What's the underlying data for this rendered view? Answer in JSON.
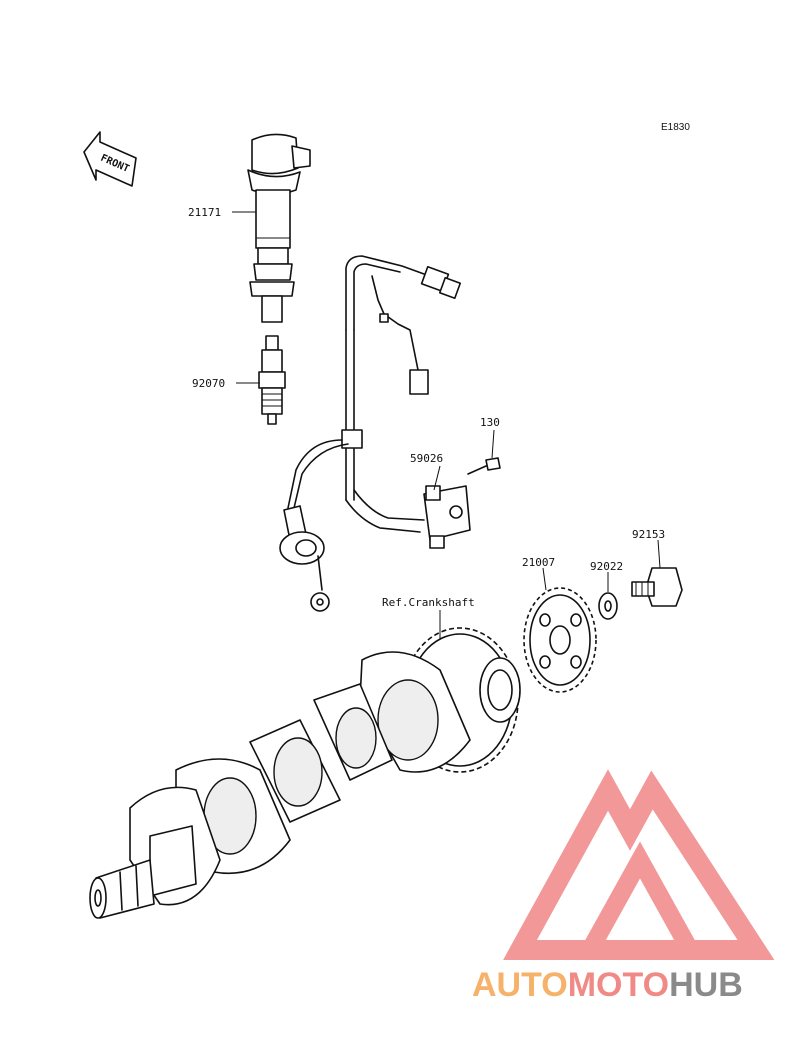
{
  "diagram_code": "E1830",
  "front_arrow_label": "FRONT",
  "parts": [
    {
      "id": "coil",
      "number": "21171"
    },
    {
      "id": "plug",
      "number": "92070"
    },
    {
      "id": "bolt-small",
      "number": "130"
    },
    {
      "id": "pickup",
      "number": "59026"
    },
    {
      "id": "bolt",
      "number": "92153"
    },
    {
      "id": "rotor",
      "number": "21007"
    },
    {
      "id": "washer",
      "number": "92022"
    },
    {
      "id": "crankshaft",
      "number": "Ref.Crankshaft"
    }
  ],
  "watermark": {
    "text_orange": "AUTO",
    "text_red": "MOTO",
    "text_grey": "HUB",
    "colors": {
      "orange": "#f6b16a",
      "red": "#f08a86",
      "grey": "#8a8a8a",
      "triangle": "#f28d8d"
    }
  }
}
